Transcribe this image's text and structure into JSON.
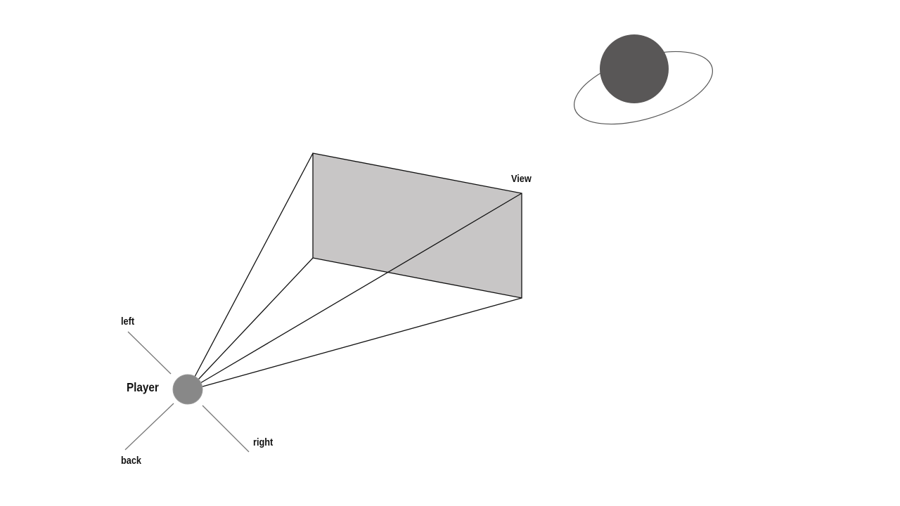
{
  "labels": {
    "player": "Player",
    "view": "View",
    "left": "left",
    "right": "right",
    "back": "back"
  },
  "colors": {
    "view_plane": "#c8c6c6",
    "player": "#888888",
    "planet": "#595757",
    "direction_lines": "#777777"
  }
}
